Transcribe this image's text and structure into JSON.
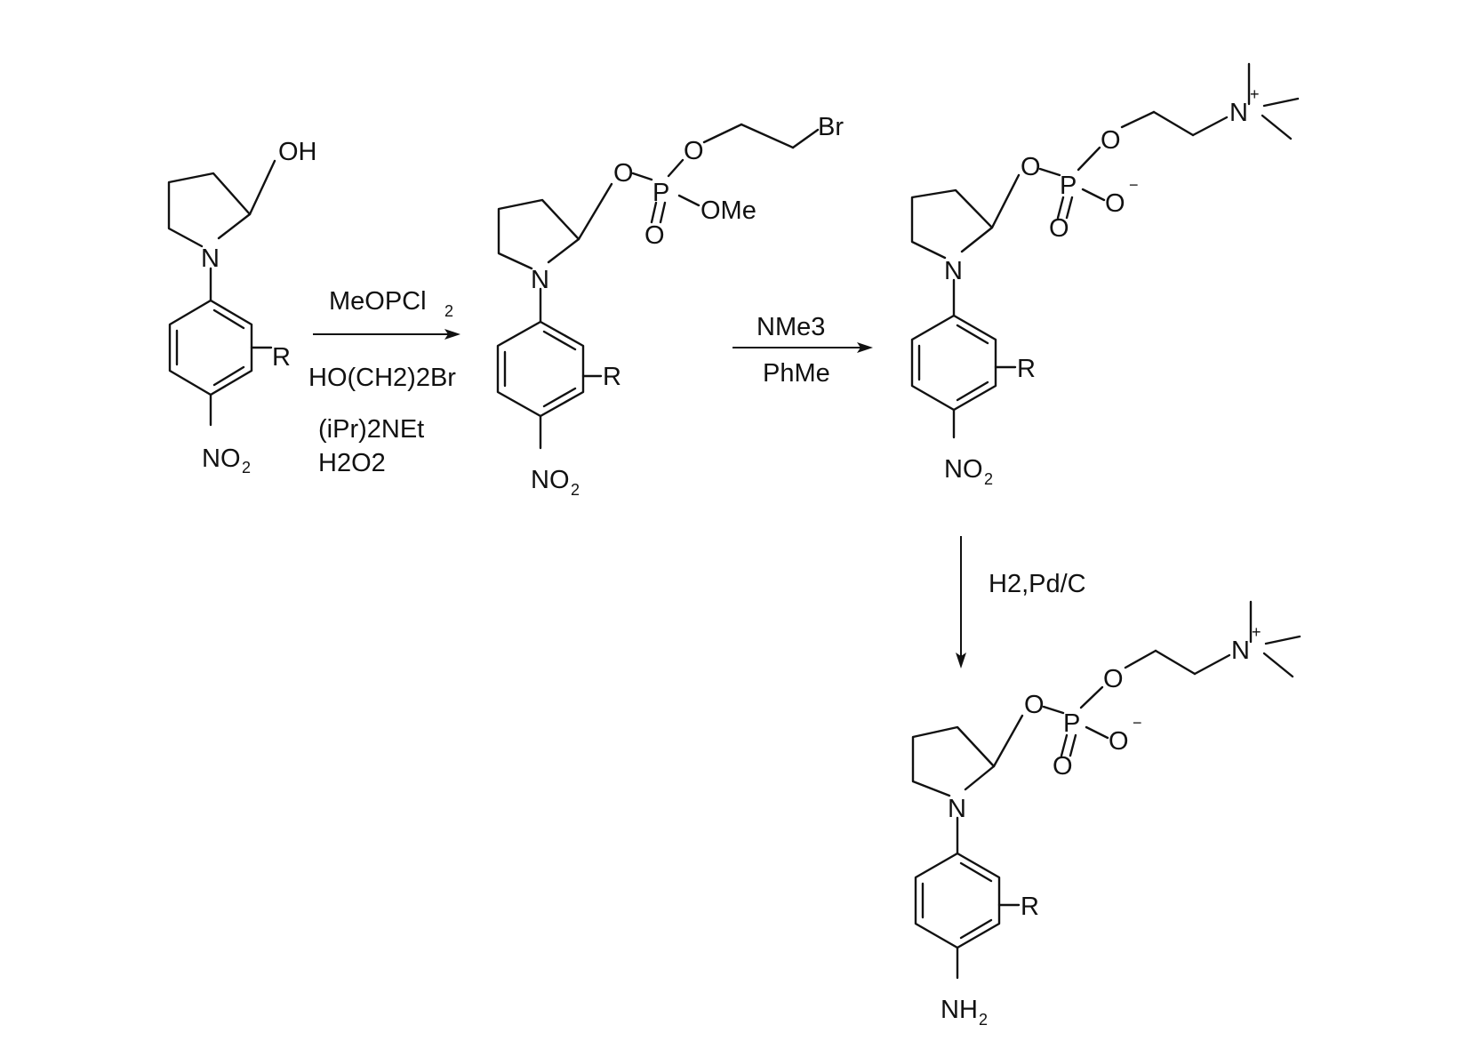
{
  "scheme": {
    "compound1": {
      "hydroxyl": "OH",
      "ring_nitrogen": "N",
      "substituent": "R",
      "nitro": "NO",
      "nitro_sub": "2"
    },
    "step1": {
      "reagent1": "MeOPCl",
      "reagent1_sub": "2",
      "reagent2": "HO(CH2)2Br",
      "reagent3": "(iPr)2NEt",
      "reagent4": "H2O2"
    },
    "compound2": {
      "ester_oxygen": "O",
      "phosphorus": "P",
      "oxo": "O",
      "ether_oxygen": "O",
      "methoxy": "OMe",
      "bromine": "Br",
      "ring_nitrogen": "N",
      "substituent": "R",
      "nitro": "NO",
      "nitro_sub": "2"
    },
    "step2": {
      "reagent1": "NMe3",
      "reagent2": "PhMe"
    },
    "compound3": {
      "ester_oxygen": "O",
      "phosphorus": "P",
      "oxo": "O",
      "oxide": "O",
      "negative_charge": "−",
      "ether_oxygen": "O",
      "ammonium": "N",
      "positive_charge": "+",
      "ring_nitrogen": "N",
      "substituent": "R",
      "nitro": "NO",
      "nitro_sub": "2"
    },
    "step3": {
      "reagent1": "H2,Pd/C"
    },
    "compound4": {
      "ester_oxygen": "O",
      "phosphorus": "P",
      "oxo": "O",
      "oxide": "O",
      "negative_charge": "−",
      "ether_oxygen": "O",
      "ammonium": "N",
      "positive_charge": "+",
      "ring_nitrogen": "N",
      "substituent": "R",
      "amine": "NH",
      "amine_sub": "2"
    }
  }
}
